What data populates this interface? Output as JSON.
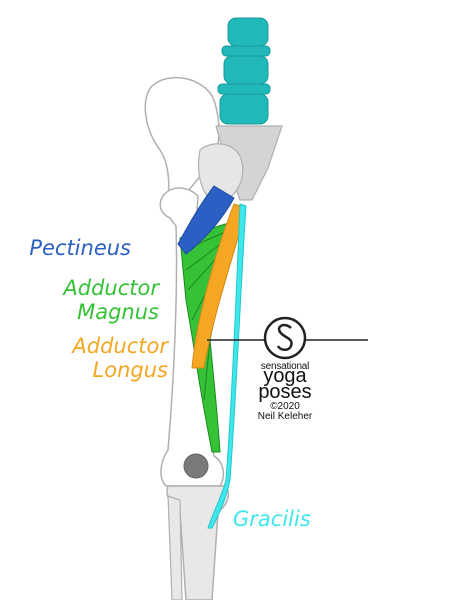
{
  "diagram": {
    "labels": {
      "pectineus": "Pectineus",
      "adductor_magnus_line1": "Adductor",
      "adductor_magnus_line2": "Magnus",
      "adductor_longus_line1": "Adductor",
      "adductor_longus_line2": "Longus",
      "gracilis": "Gracilis"
    },
    "colors": {
      "pectineus": "#2b5fc4",
      "adductor_magnus": "#35c236",
      "adductor_longus": "#f5a623",
      "gracilis": "#3fe6ea",
      "spine": "#20b8b8",
      "bone_fill": "#ffffff",
      "bone_stroke": "#b0b0b0",
      "sacrum": "#d4d4d4"
    }
  },
  "logo": {
    "line1": "sensational",
    "line2": "yoga",
    "line3": "poses",
    "line4": "©2020",
    "line5": "Neil Keleher"
  }
}
